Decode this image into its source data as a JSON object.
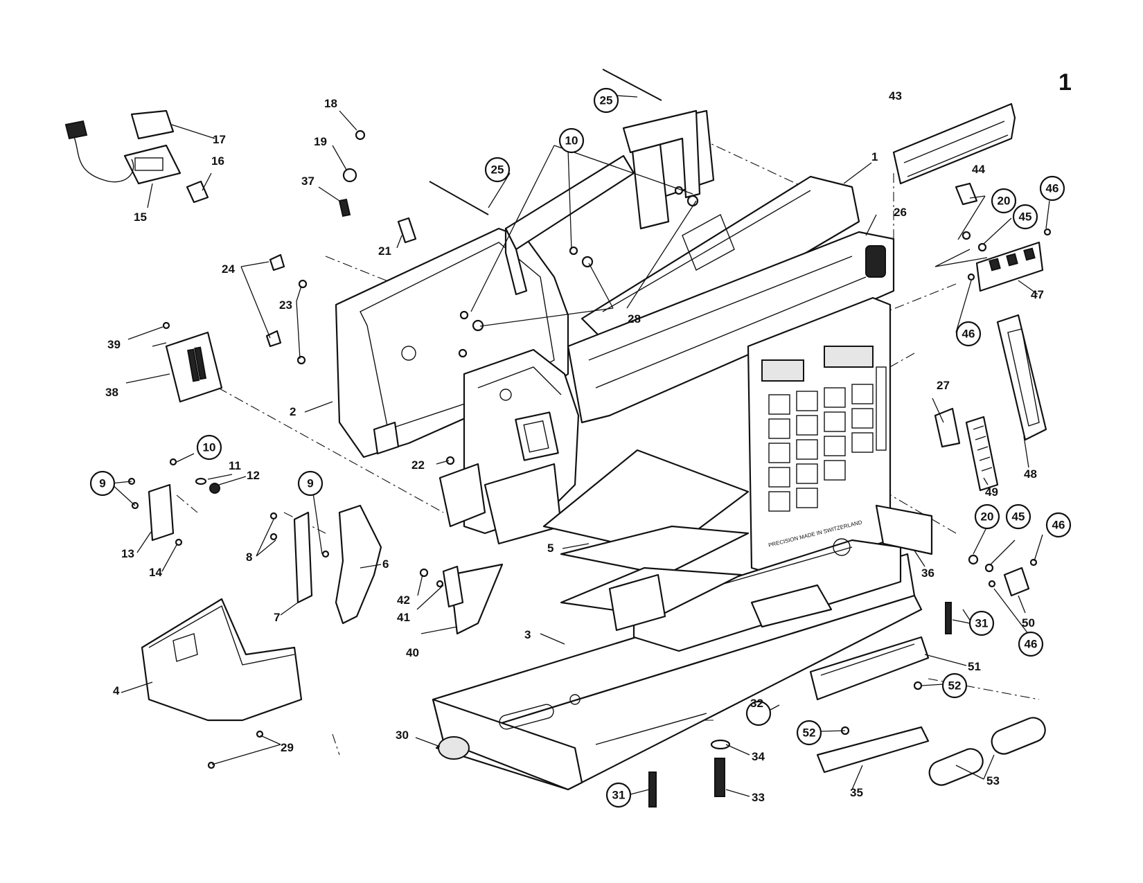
{
  "page_number": "1",
  "labels": {
    "p1": "1",
    "p2": "2",
    "p3": "3",
    "p4": "4",
    "p5": "5",
    "p6": "6",
    "p7": "7",
    "p8": "8",
    "p9a": "9",
    "p9b": "9",
    "p10a": "10",
    "p10b": "10",
    "p11": "11",
    "p12": "12",
    "p13": "13",
    "p14": "14",
    "p15": "15",
    "p16": "16",
    "p17": "17",
    "p18": "18",
    "p19": "19",
    "p20a": "20",
    "p20b": "20",
    "p21": "21",
    "p22": "22",
    "p23": "23",
    "p24": "24",
    "p25a": "25",
    "p25b": "25",
    "p26": "26",
    "p27": "27",
    "p28": "28",
    "p29": "29",
    "p30": "30",
    "p31a": "31",
    "p31b": "31",
    "p32": "32",
    "p33": "33",
    "p34": "34",
    "p35": "35",
    "p36": "36",
    "p37": "37",
    "p38": "38",
    "p39": "39",
    "p40": "40",
    "p41": "41",
    "p42": "42",
    "p43": "43",
    "p44": "44",
    "p45a": "45",
    "p45b": "45",
    "p46a": "46",
    "p46b": "46",
    "p46c": "46",
    "p46d": "46",
    "p47": "47",
    "p48": "48",
    "p49": "49",
    "p50": "50",
    "p51": "51",
    "p52a": "52",
    "p52b": "52",
    "p53": "53"
  },
  "machine_text": {
    "made_in": "PRECISION MADE IN SWITZERLAND"
  },
  "colors": {
    "ink": "#111111",
    "paper": "#ffffff"
  }
}
